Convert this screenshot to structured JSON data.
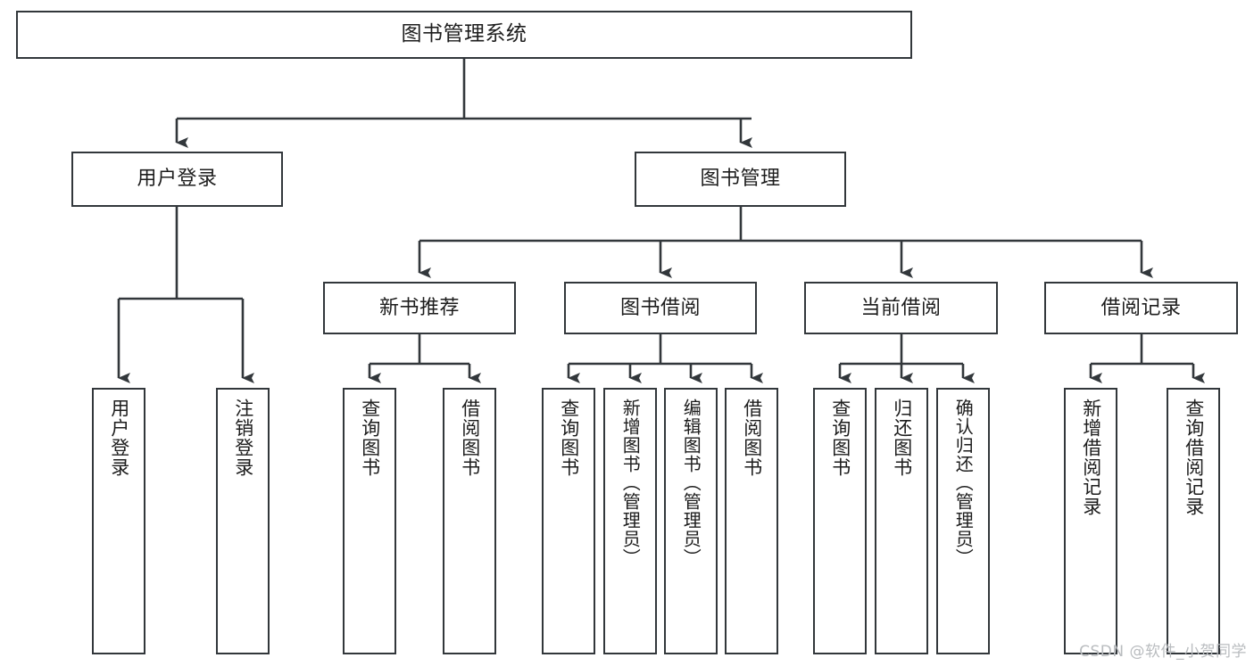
{
  "diagram": {
    "type": "hierarchy-tree",
    "title": "图书管理系统",
    "watermark": "CSDN @软件_小贺同学",
    "colors": {
      "stroke": "#32373b",
      "box_fill": "#ffffff",
      "text": "#1d1d1d",
      "watermark": "#b9bcbf",
      "background": "#ffffff"
    },
    "root": {
      "label": "图书管理系统"
    },
    "level2": [
      {
        "label": "用户登录"
      },
      {
        "label": "图书管理"
      }
    ],
    "level3": [
      {
        "label": "新书推荐"
      },
      {
        "label": "图书借阅"
      },
      {
        "label": "当前借阅"
      },
      {
        "label": "借阅记录"
      }
    ],
    "leaves": {
      "user_login": [
        {
          "label": "用户登录"
        },
        {
          "label": "注销登录"
        }
      ],
      "new_book_recommend": [
        {
          "label": "查询图书"
        },
        {
          "label": "借阅图书"
        }
      ],
      "book_borrow": [
        {
          "label": "查询图书"
        },
        {
          "label": "新增图书（管理员）"
        },
        {
          "label": "编辑图书（管理员）"
        },
        {
          "label": "借阅图书"
        }
      ],
      "current_borrow": [
        {
          "label": "查询图书"
        },
        {
          "label": "归还图书"
        },
        {
          "label": "确认归还（管理员）"
        }
      ],
      "borrow_record": [
        {
          "label": "新增借阅记录"
        },
        {
          "label": "查询借阅记录"
        }
      ]
    }
  }
}
